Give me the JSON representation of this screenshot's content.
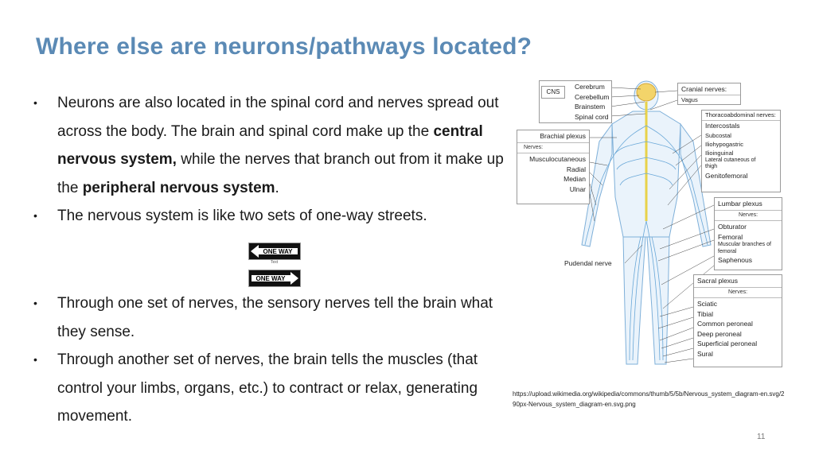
{
  "title": "Where else are neurons/pathways located?",
  "bullets_top": {
    "b1_a": "Neurons are also located in the spinal cord and nerves spread out across the body. The brain and spinal cord make up the ",
    "b1_bold1": "central nervous system,",
    "b1_b": " while the nerves that branch out from it make up the ",
    "b1_bold2": "peripheral nervous system",
    "b1_c": ".",
    "b2": "The nervous system is like two sets of one-way streets."
  },
  "signs": {
    "label": "ONE WAY",
    "caption": "Text"
  },
  "bullets_bottom": {
    "b3": "Through one set of nerves, the sensory nerves tell the brain what they sense.",
    "b4": "Through another set of nerves, the brain tells the muscles (that control your limbs, organs, etc.) to contract or relax, generating movement."
  },
  "bullet_symbol": "•",
  "diagram": {
    "cns_label": "CNS",
    "cns_items": [
      "Cerebrum",
      "Cerebellum",
      "Brainstem",
      "Spinal cord"
    ],
    "cranial_title": "Cranial nerves:",
    "cranial_items": [
      "Vagus"
    ],
    "thoraco_title": "Thoracoabdominal nerves:",
    "thoraco_items": [
      "Intercostals",
      "Subcostal",
      "Iliohypogastric",
      "Ilioinguinal",
      "Lateral cutaneous of thigh",
      "Genitofemoral"
    ],
    "brachial_title": "Brachial plexus",
    "brachial_sub": "Nerves:",
    "brachial_items": [
      "Musculocutaneous",
      "Radial",
      "Median",
      "Ulnar"
    ],
    "lumbar_title": "Lumbar plexus",
    "lumbar_sub": "Nerves:",
    "lumbar_items": [
      "Obturator",
      "Femoral",
      "Muscular branches of femoral",
      "Saphenous"
    ],
    "pudendal": "Pudendal nerve",
    "sacral_title": "Sacral plexus",
    "sacral_sub": "Nerves:",
    "sacral_items": [
      "Sciatic",
      "Tibial",
      "Common peroneal",
      "Deep peroneal",
      "Superficial peroneal",
      "Sural"
    ]
  },
  "credit": "https://upload.wikimedia.org/wikipedia/commons/thumb/5/5b/Nervous_system_diagram-en.svg/290px-Nervous_system_diagram-en.svg.png",
  "page_number": "11",
  "colors": {
    "title": "#5b8ab5",
    "nerve_blue": "#6aa8d8",
    "spinal_yellow": "#e8d24a"
  }
}
